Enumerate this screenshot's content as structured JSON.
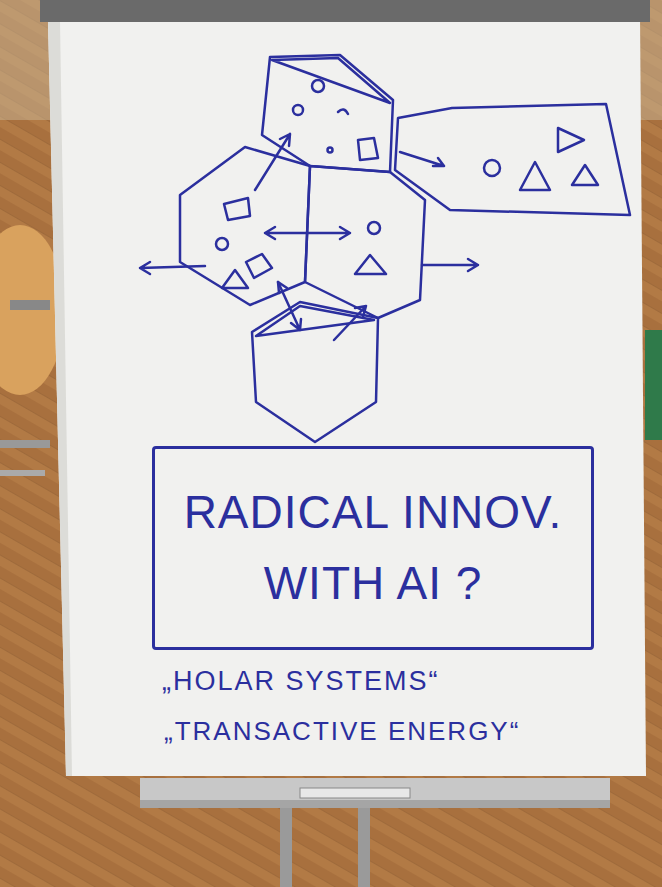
{
  "diagram": {
    "nodes": [
      {
        "text": [
          "RADICAL INNOV. WITH AI ?"
        ]
      }
    ],
    "labels": [
      "„HOLAR SYSTEMS“",
      "„TRANSACTIVE ENERGY“"
    ]
  }
}
